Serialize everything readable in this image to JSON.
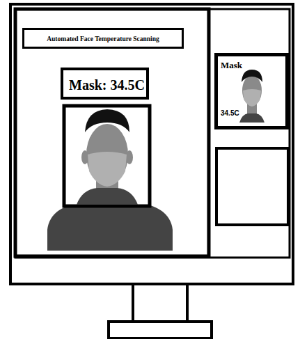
{
  "diagram": {
    "nodes": [
      {
        "text": [
          "Automated Face Temperature Scanning"
        ]
      },
      {
        "text": [
          "Mask: 34.5C"
        ]
      },
      {
        "text": [
          "Mask",
          "34.5C"
        ]
      }
    ]
  }
}
